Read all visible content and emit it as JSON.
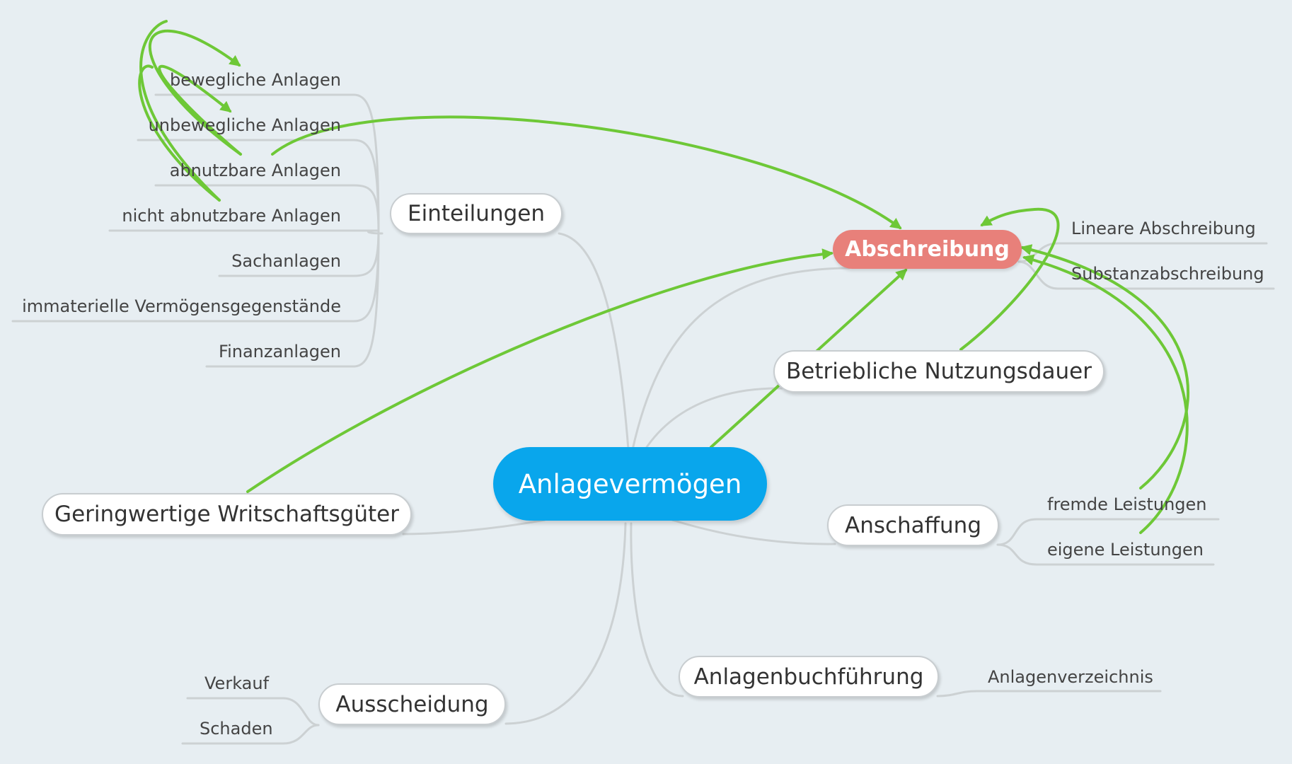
{
  "colors": {
    "background": "#e7eef2",
    "central": "#09a6ec",
    "highlight": "#e8807a",
    "connector": "#ccd1d3",
    "relationship_arrow": "#6ec837"
  },
  "central": {
    "label": "Anlagevermögen"
  },
  "highlight": {
    "label": "Abschreibung"
  },
  "branches": {
    "einteilungen": {
      "label": "Einteilungen",
      "children": [
        "bewegliche Anlagen",
        "unbewegliche Anlagen",
        "abnutzbare Anlagen",
        "nicht abnutzbare Anlagen",
        "Sachanlagen",
        "immaterielle Vermögensgegenstände",
        "Finanzanlagen"
      ]
    },
    "abschreibung": {
      "children": [
        "Lineare Abschreibung",
        "Substanzabschreibung"
      ]
    },
    "nutzungsdauer": {
      "label": "Betriebliche Nutzungsdauer"
    },
    "gwg": {
      "label": "Geringwertige Writschaftsgüter"
    },
    "anschaffung": {
      "label": "Anschaffung",
      "children": [
        "fremde Leistungen",
        "eigene Leistungen"
      ]
    },
    "buchfuehrung": {
      "label": "Anlagenbuchführung",
      "children": [
        "Anlagenverzeichnis"
      ]
    },
    "ausscheidung": {
      "label": "Ausscheidung",
      "children": [
        "Verkauf",
        "Schaden"
      ]
    }
  }
}
